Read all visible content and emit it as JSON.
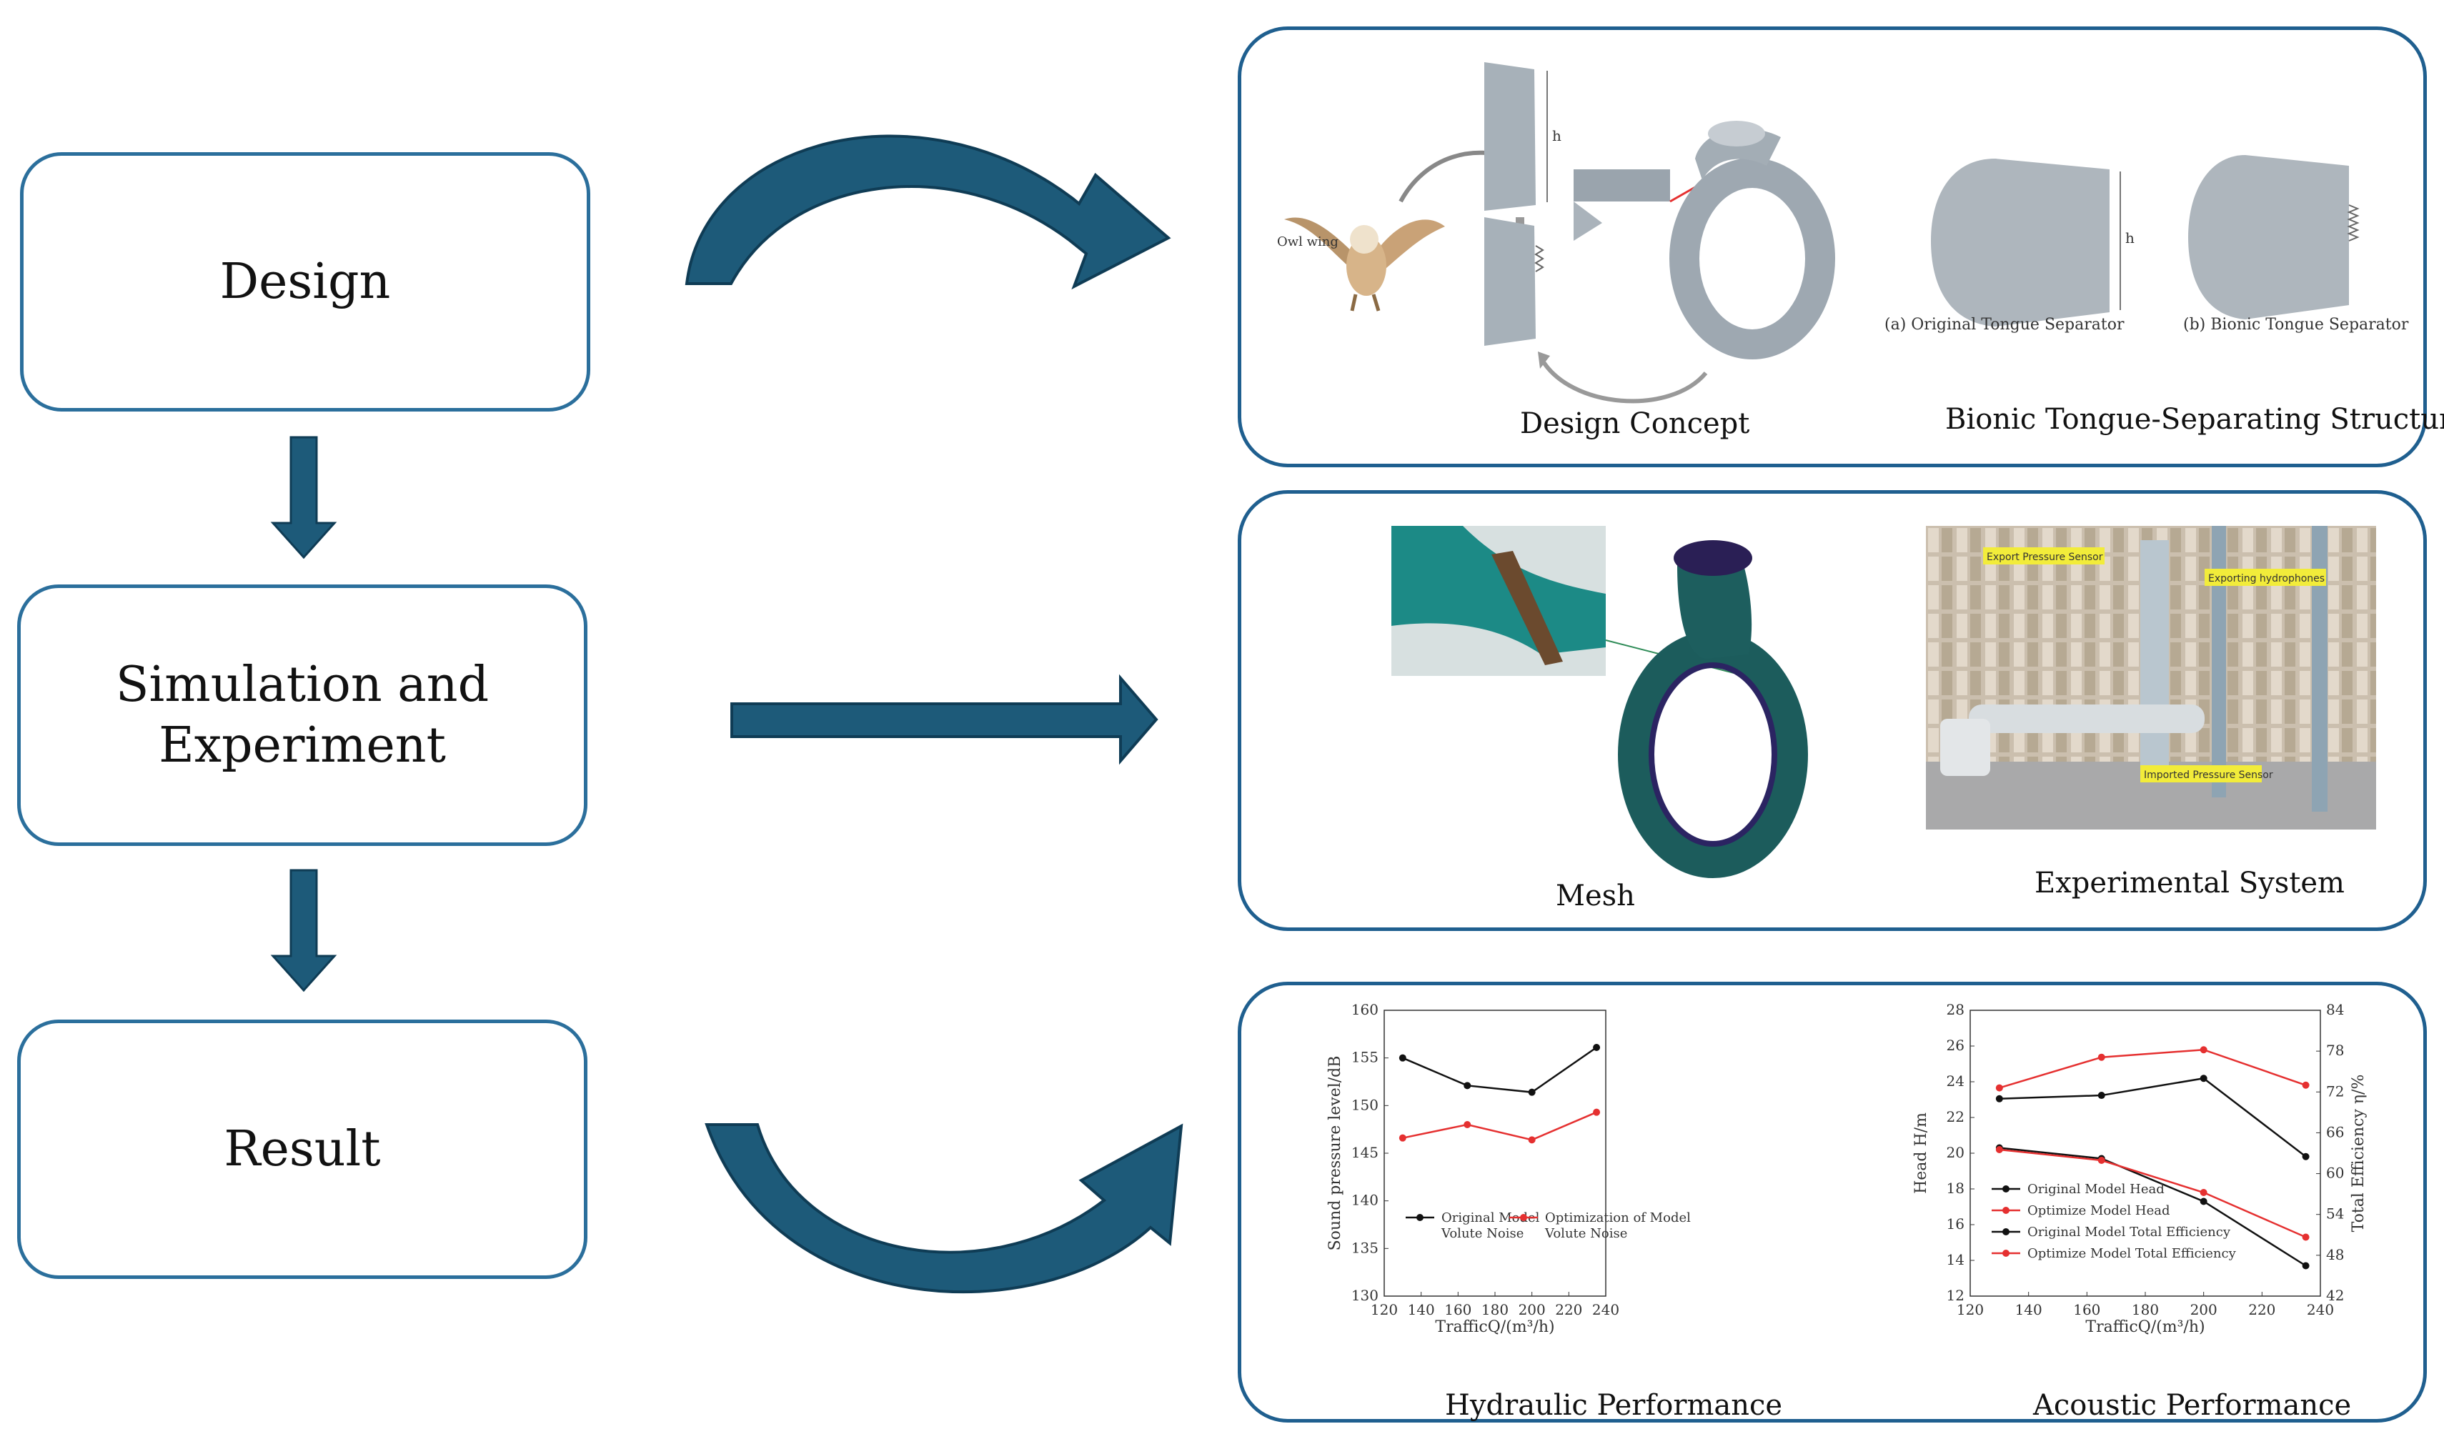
{
  "stages": {
    "design": "Design",
    "sim_line1": "Simulation and",
    "sim_line2": "Experiment",
    "result": "Result"
  },
  "design_panel": {
    "owl_label": "Owl wing",
    "caption_left": "Design Concept",
    "caption_right": "Bionic Tongue-Separating Structure",
    "sub_a": "(a) Original Tongue Separator",
    "sub_b": "(b) Bionic Tongue Separator"
  },
  "sim_panel": {
    "caption_left": "Mesh",
    "caption_right": "Experimental System",
    "tag1": "Export Pressure Sensor",
    "tag2": "Exporting hydrophones",
    "tag3": "Imported Pressure Sensor"
  },
  "result_panel": {
    "caption_left": "Hydraulic Performance",
    "caption_right": "Acoustic Performance"
  },
  "chart_data": [
    {
      "type": "line",
      "xlabel": "TrafficQ/(m³/h)",
      "ylabel": "Sound pressure level/dB",
      "xlim": [
        120,
        240
      ],
      "ylim": [
        130,
        160
      ],
      "xticks": [
        120,
        140,
        160,
        180,
        200,
        220,
        240
      ],
      "yticks": [
        130,
        135,
        140,
        145,
        150,
        155,
        160
      ],
      "x": [
        130,
        165,
        200,
        235
      ],
      "series": [
        {
          "name": "Original Model Volute Noise",
          "color": "#111111",
          "values": [
            155.0,
            152.1,
            151.4,
            156.1
          ]
        },
        {
          "name": "Optimization of Model Volute Noise",
          "color": "#e53030",
          "values": [
            146.6,
            148.0,
            146.4,
            149.3
          ]
        }
      ],
      "legend": "inside-lower"
    },
    {
      "type": "line",
      "xlabel": "TrafficQ/(m³/h)",
      "ylabel": "Head H/m",
      "ylabel_right": "Total Efficiency η/%",
      "xlim": [
        120,
        240
      ],
      "ylim": [
        12,
        28
      ],
      "ylim_right": [
        42,
        84
      ],
      "xticks": [
        120,
        140,
        160,
        180,
        200,
        220,
        240
      ],
      "yticks": [
        12,
        14,
        16,
        18,
        20,
        22,
        24,
        26,
        28
      ],
      "yticks_right": [
        42,
        48,
        54,
        60,
        66,
        72,
        78,
        84
      ],
      "x": [
        130,
        165,
        200,
        235
      ],
      "series": [
        {
          "name": "Original Model Head",
          "axis": "left",
          "color": "#111111",
          "values": [
            20.3,
            19.7,
            17.3,
            13.7
          ]
        },
        {
          "name": "Optimize Model Head",
          "axis": "left",
          "color": "#e53030",
          "values": [
            20.2,
            19.6,
            17.8,
            15.3
          ]
        },
        {
          "name": "Original Model Total Efficiency",
          "axis": "right",
          "color": "#111111",
          "values": [
            71.0,
            71.5,
            74.0,
            62.5
          ]
        },
        {
          "name": "Optimize Model Total Efficiency",
          "axis": "right",
          "color": "#e53030",
          "values": [
            72.6,
            77.1,
            78.2,
            73.0
          ]
        }
      ],
      "legend": "inside-lower-left"
    }
  ],
  "colors": {
    "arrow": "#1d5a79",
    "border": "#1f5f8f",
    "red": "#e53030"
  }
}
